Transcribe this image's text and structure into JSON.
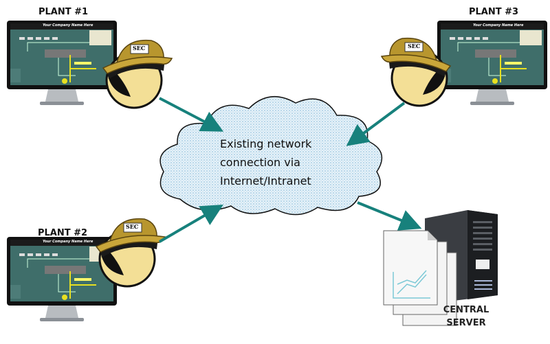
{
  "plants": [
    {
      "label": "PLANT #1",
      "hat_text": "SEC",
      "screen_title": "Your Company Name Here"
    },
    {
      "label": "PLANT #2",
      "hat_text": "SEC",
      "screen_title": "Your Company Name Here"
    },
    {
      "label": "PLANT #3",
      "hat_text": "SEC",
      "screen_title": "Your Company Name Here"
    }
  ],
  "cloud": {
    "lines": [
      "Existing network",
      "connection via",
      "Internet/Intranet"
    ]
  },
  "server": {
    "lines": [
      "CENTRAL",
      "SERVER"
    ]
  },
  "colors": {
    "arrow": "#17817c",
    "screen": "#3f6e6a",
    "cloud": "#cfe6f2",
    "hat": "#b8962e",
    "face": "#f3df96"
  }
}
